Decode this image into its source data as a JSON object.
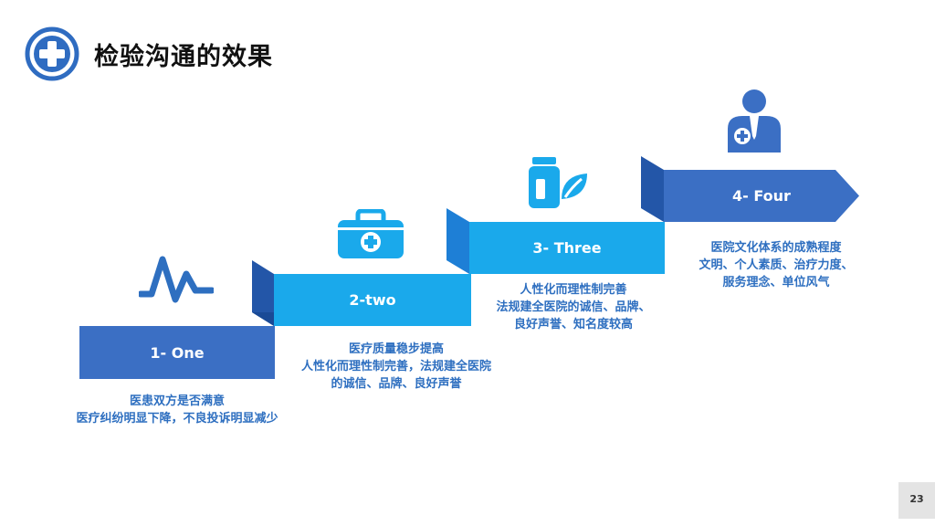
{
  "header": {
    "title": "检验沟通的效果",
    "logo_icon": "medical-cross-icon"
  },
  "steps": [
    {
      "label": "1- One",
      "icon": "heartbeat-icon",
      "lines": [
        "医患双方是否满意",
        "医疗纠纷明显下降，不良投诉明显减少"
      ]
    },
    {
      "label": "2-two",
      "icon": "first-aid-kit-icon",
      "lines": [
        "医疗质量稳步提高",
        "人性化而理性制完善，法规建全医院",
        "的诚信、品牌、良好声誉"
      ]
    },
    {
      "label": "3- Three",
      "icon": "medicine-bottle-leaf-icon",
      "lines": [
        "人性化而理性制完善",
        "法规建全医院的诚信、品牌、",
        "良好声誉、知名度较高"
      ]
    },
    {
      "label": "4- Four",
      "icon": "doctor-icon",
      "lines": [
        "医院文化体系的成熟程度",
        "文明、个人素质、治疗力度、",
        "服务理念、单位风气"
      ]
    }
  ],
  "page": {
    "number": "23"
  },
  "colors": {
    "dark_blue": "#3b6fc4",
    "light_blue": "#1aa9eb",
    "text_blue": "#2e6fc0",
    "fold_dark": "#2356a8"
  }
}
